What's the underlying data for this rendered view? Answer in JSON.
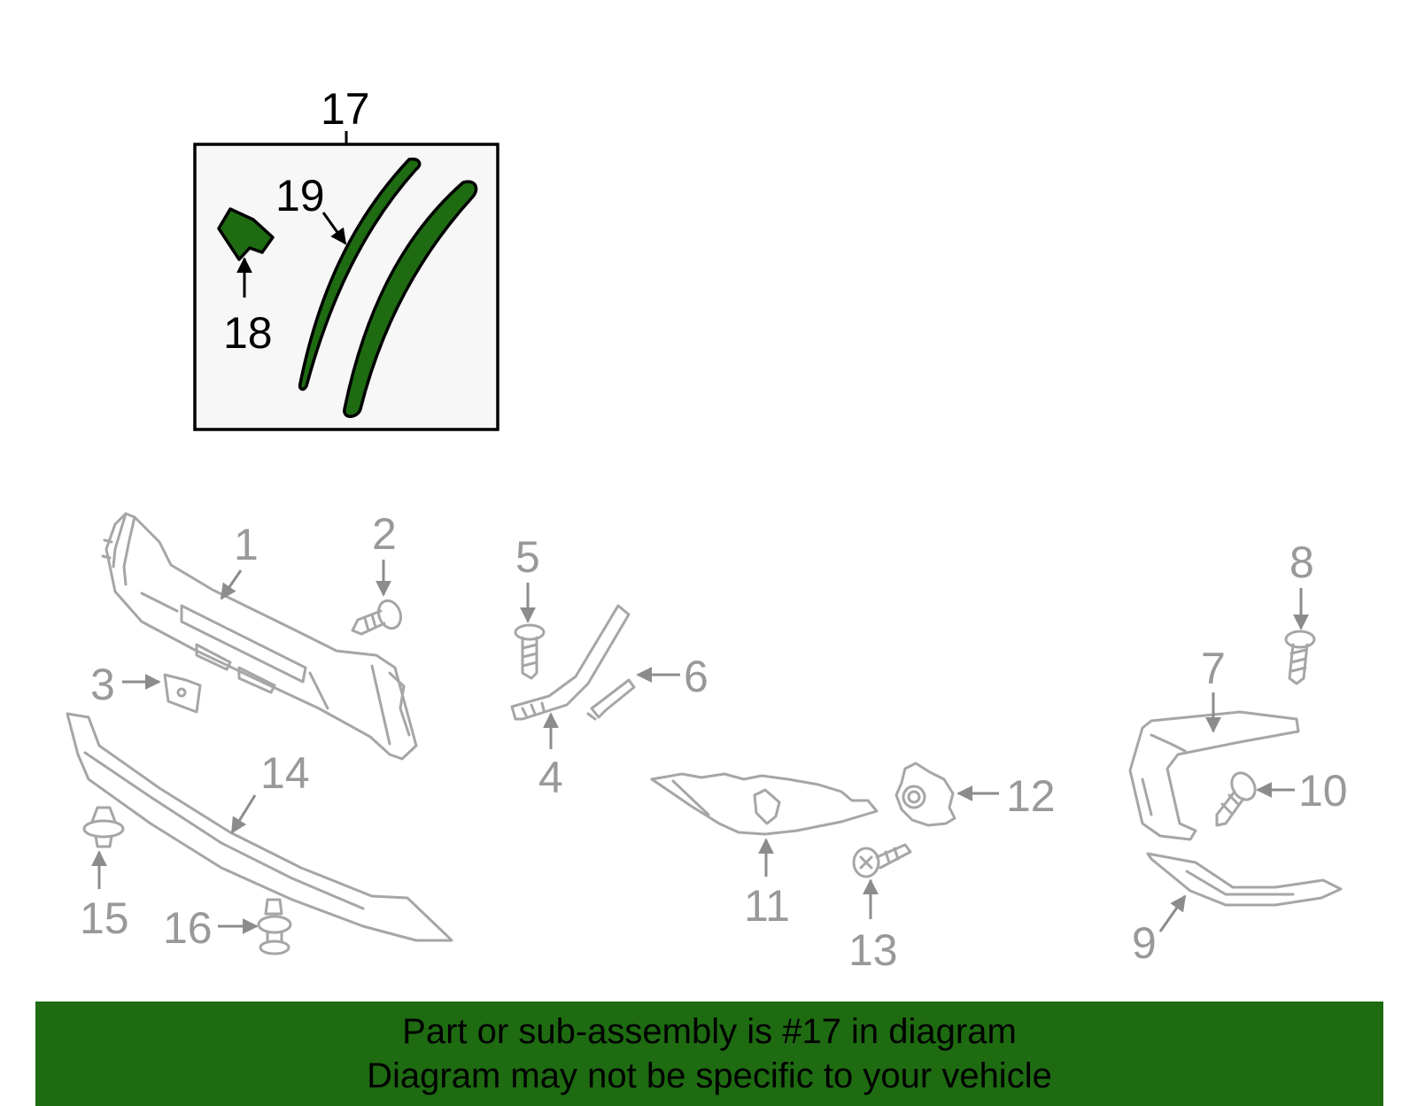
{
  "callouts": {
    "c1": "1",
    "c2": "2",
    "c3": "3",
    "c4": "4",
    "c5": "5",
    "c6": "6",
    "c7": "7",
    "c8": "8",
    "c9": "9",
    "c10": "10",
    "c11": "11",
    "c12": "12",
    "c13": "13",
    "c14": "14",
    "c15": "15",
    "c16": "16",
    "c17": "17",
    "c18": "18",
    "c19": "19"
  },
  "banner": {
    "line1": "Part or sub-assembly is #17 in diagram",
    "line2": "Diagram may not be specific to your vehicle"
  },
  "colors": {
    "highlight_green": "#1e6b12",
    "inset_background": "#f7f7f7",
    "part_outline_gray": "#a6a6a6",
    "callout_gray": "#999999"
  }
}
